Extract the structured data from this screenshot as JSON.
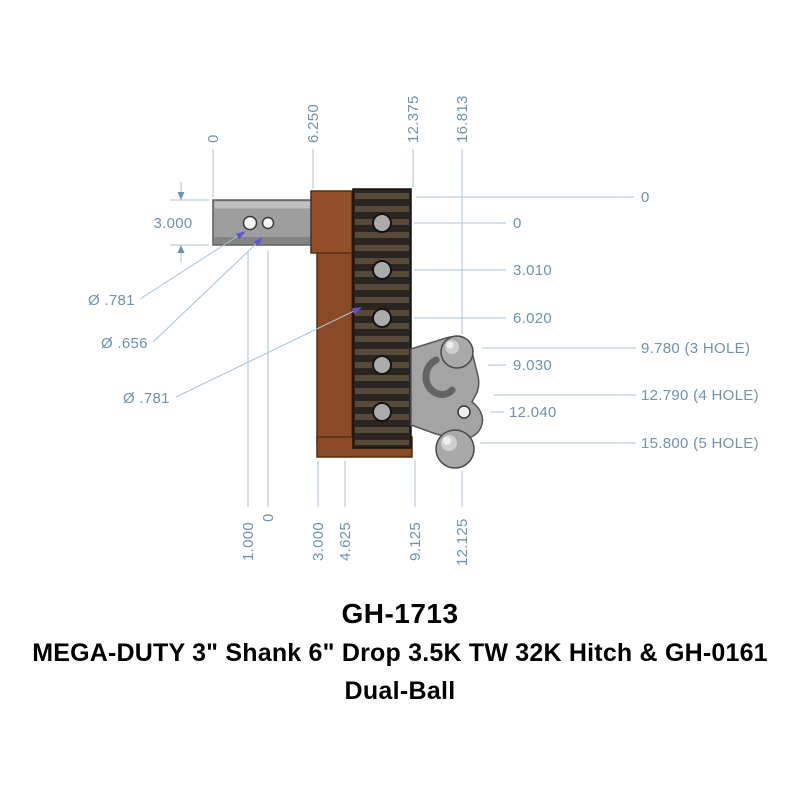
{
  "drawing": {
    "top_dims": [
      "0",
      "6.250",
      "12.375",
      "16.813"
    ],
    "bottom_dims": [
      "1.000",
      "0",
      "3.000",
      "4.625",
      "9.125",
      "12.125"
    ],
    "hole_position_dims": [
      "0",
      "3.010",
      "6.020",
      "9.030",
      "12.040"
    ],
    "drop_dims": [
      "0",
      "9.780 (3 HOLE)",
      "12.790 (4 HOLE)",
      "15.800 (5 HOLE)"
    ],
    "shank_height_dim": "3.000",
    "diameter_dims": [
      "Ø .781",
      "Ø .656",
      "Ø .781"
    ]
  },
  "title_block": {
    "model": "GH-1713",
    "description": "MEGA-DUTY 3\" Shank 6\" Drop 3.5K TW 32K Hitch & GH-0161",
    "variant": "Dual-Ball"
  },
  "colors": {
    "dim_text": "#6f93ac",
    "dim_line": "#a9c3d4",
    "leader_arrow": "#5d55d6",
    "shank_gray": "#9e9e9e",
    "frame_brown": "#8a4a27",
    "channel_dark": "#2b2522",
    "ball_gray": "#a9a9a9",
    "title_text": "#000000"
  }
}
